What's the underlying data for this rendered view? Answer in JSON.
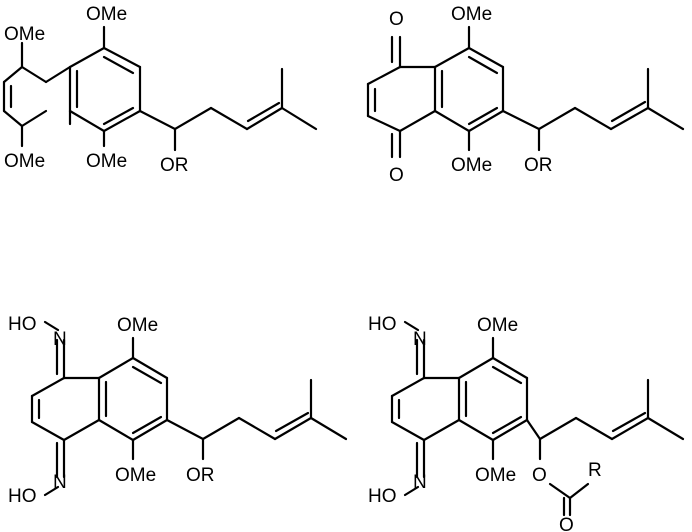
{
  "structures": [
    {
      "id": "s1",
      "labels": {
        "ome_top_left": "OMe",
        "ome_top_right": "OMe",
        "ome_bottom_left": "OMe",
        "ome_bottom_right": "OMe",
        "or": "OR"
      }
    },
    {
      "id": "s2",
      "labels": {
        "o_top": "O",
        "ome_top": "OMe",
        "o_bottom": "O",
        "ome_bottom": "OMe",
        "or": "OR"
      }
    },
    {
      "id": "s3",
      "labels": {
        "ho_top": "HO",
        "n_top": "N",
        "ome_top": "OMe",
        "n_bottom": "N",
        "ho_bottom": "HO",
        "ome_bottom": "OMe",
        "or": "OR"
      }
    },
    {
      "id": "s4",
      "labels": {
        "ho_top": "HO",
        "n_top": "N",
        "ome_top": "OMe",
        "n_bottom": "N",
        "ho_bottom": "HO",
        "ome_bottom": "OMe",
        "o_ester": "O",
        "r": "R",
        "o_carbonyl": "O"
      }
    }
  ]
}
